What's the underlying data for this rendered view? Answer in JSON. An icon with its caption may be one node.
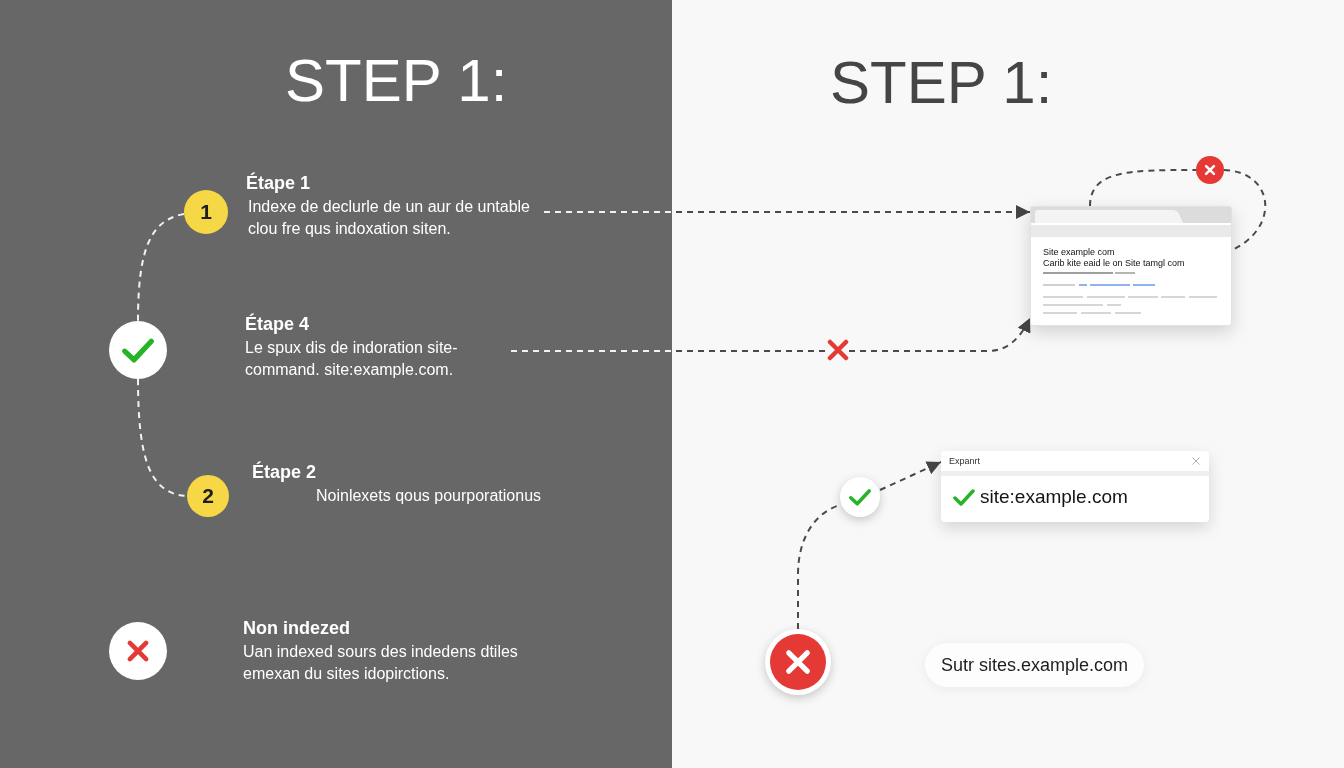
{
  "diagram": {
    "title": "STEP 1:",
    "nodes": [
      {
        "text": [
          "1"
        ]
      },
      {
        "text": [
          "Étape 1",
          "Indexe de declurle de un aur de untable clou fre qus indoxation siten."
        ]
      },
      {
        "text": [],
        "shape": "circle"
      },
      {
        "text": [
          "Étape 4",
          "Le spux dis de indoration site- command. site:example.com."
        ]
      },
      {
        "text": [
          "2"
        ]
      },
      {
        "text": [
          "Étape 2",
          "Noinlexets qous pourporationus"
        ]
      },
      {
        "text": [],
        "shape": "circle"
      },
      {
        "text": [
          "Non indezed",
          "Uan indexed sours des indedens dtiles emexan du sites idopirctions."
        ]
      },
      {
        "text": [
          "Site example com",
          "Carib kite eaid le on Site tamgl com"
        ]
      },
      {
        "text": [],
        "shape": "circle"
      },
      {
        "text": [],
        "shape": "cross"
      },
      {
        "text": [],
        "shape": "circle"
      },
      {
        "text": [],
        "shape": "circle"
      },
      {
        "text": [
          "Expanrt",
          "site:example.com"
        ]
      },
      {
        "text": [
          "Sutr sites.example.com"
        ]
      }
    ],
    "edges": [
      {
        "from": 0,
        "to": 2,
        "arrow": "none",
        "style": "dashed"
      },
      {
        "from": 2,
        "to": 4,
        "arrow": "none",
        "style": "dashed"
      },
      {
        "from": 1,
        "to": 8,
        "arrow": "to",
        "style": "dashed"
      },
      {
        "from": 3,
        "to": 10,
        "arrow": "none",
        "style": "dashed"
      },
      {
        "from": 10,
        "to": 8,
        "arrow": "to",
        "style": "dashed"
      },
      {
        "from": 8,
        "to": 9,
        "arrow": "none",
        "style": "dashed"
      },
      {
        "from": 9,
        "to": 8,
        "arrow": "none",
        "style": "dashed"
      },
      {
        "from": 11,
        "to": 12,
        "arrow": "none",
        "style": "dashed"
      },
      {
        "from": 12,
        "to": 13,
        "arrow": "to",
        "style": "dashed"
      }
    ],
    "labels": [
      "STEP 1:"
    ]
  }
}
